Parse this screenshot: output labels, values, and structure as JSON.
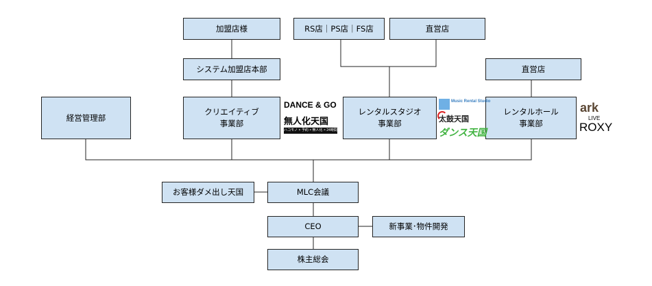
{
  "nodes": {
    "franchisee": "加盟店様",
    "system_franchise_hq": "システム加盟店本部",
    "rs_ps_fs": "RS店｜PS店｜FS店",
    "direct_store_1": "直営店",
    "direct_store_2": "直営店",
    "management": "経営管理部",
    "creative": "クリエイティブ\n事業部",
    "rental_studio": "レンタルスタジオ\n事業部",
    "rental_hall": "レンタルホール\n事業部",
    "customer_feedback": "お客様ダメ出し天国",
    "mlc_meeting": "MLC会議",
    "ceo": "CEO",
    "new_business": "新事業･物件開発",
    "shareholders": "株主総会"
  },
  "logos": {
    "dance_go": "DANCE & GO",
    "mujinka": "無人化天国",
    "mujinka_tagline": "ハコモノ × 予約 × 無人化 × 24時間化",
    "music_rental_studio": "Music Rental Studio",
    "taiko_tengoku": "太鼓天国",
    "dansu_tengoku": "ダンス天国",
    "ark": "ark",
    "live_roxy_live": "LIVE",
    "live_roxy": "ROXY"
  },
  "colors": {
    "box_fill": "#cfe2f3",
    "box_border": "#222222",
    "line": "#222222"
  }
}
